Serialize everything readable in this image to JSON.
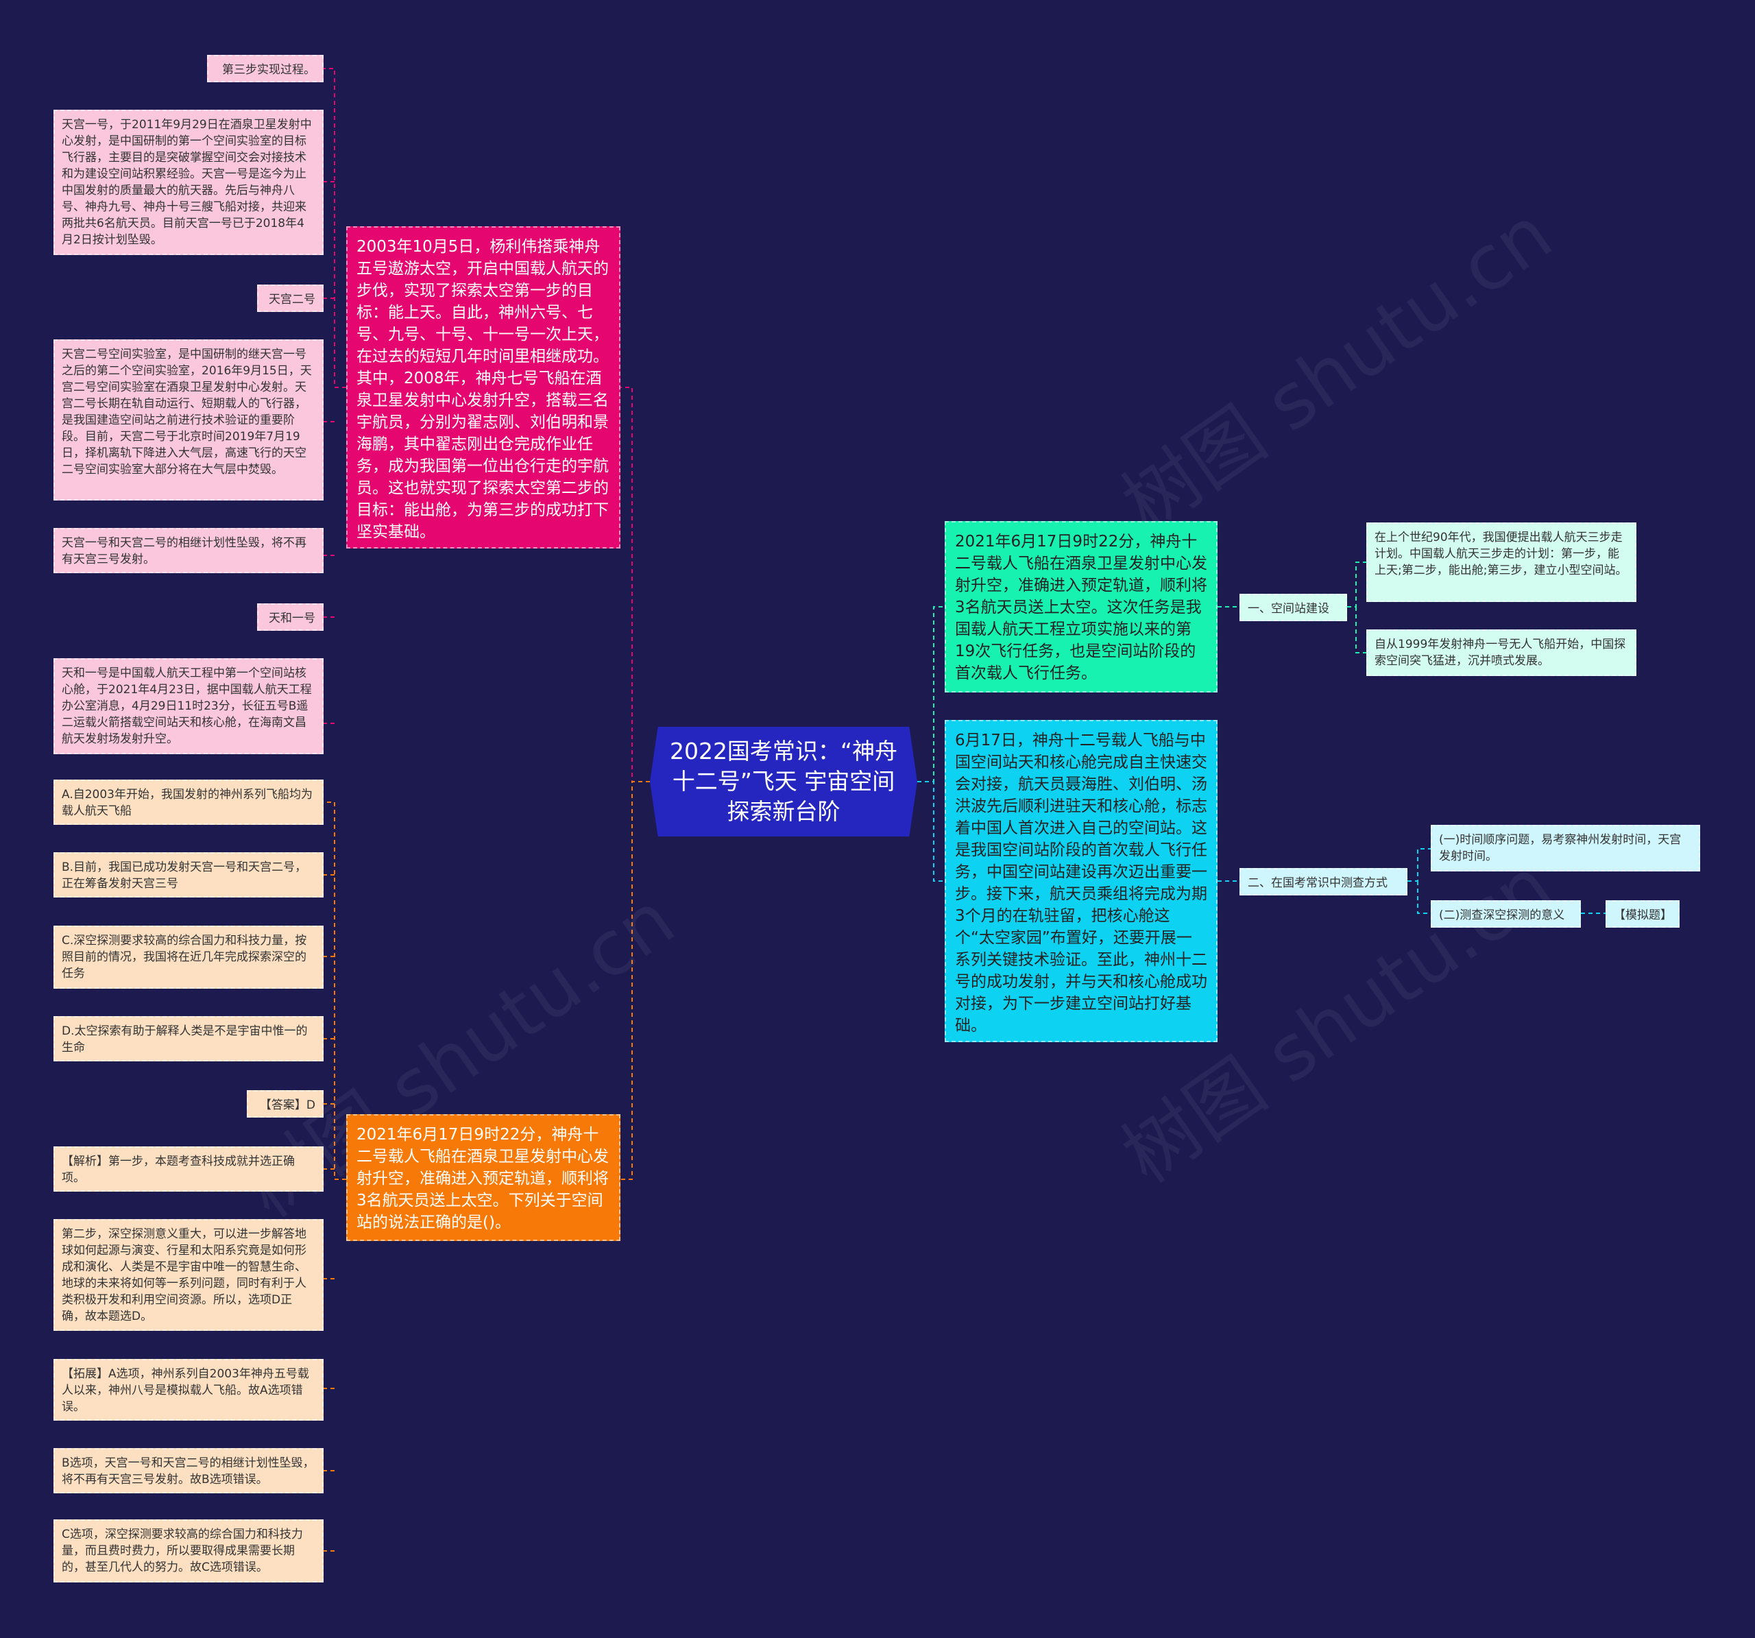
{
  "root": {
    "title": "2022国考常识：“神舟十二号”飞天 宇宙空间探索新台阶"
  },
  "left_branches": [
    {
      "text": "2003年10月5日，杨利伟搭乘神舟五号遨游太空，开启中国载人航天的步伐，实现了探索太空第一步的目标：能上天。自此，神州六号、七号、九号、十号、十一号一次上天，在过去的短短几年时间里相继成功。其中，2008年，神舟七号飞船在酒泉卫星发射中心发射升空，搭载三名宇航员，分别为翟志刚、刘伯明和景海鹏，其中翟志刚出仓完成作业任务，成为我国第一位出仓行走的宇航员。这也就实现了探索太空第二步的目标：能出舱，为第三步的成功打下坚实基础。",
      "children": [
        "第三步实现过程。",
        "天宫一号，于2011年9月29日在酒泉卫星发射中心发射，是中国研制的第一个空间实验室的目标飞行器，主要目的是突破掌握空间交会对接技术和为建设空间站积累经验。天宫一号是迄今为止中国发射的质量最大的航天器。先后与神舟八号、神舟九号、神舟十号三艘飞船对接，共迎来两批共6名航天员。目前天宫一号已于2018年4月2日按计划坠毁。",
        "天宫二号",
        "天宫二号空间实验室，是中国研制的继天宫一号之后的第二个空间实验室，2016年9月15日，天宫二号空间实验室在酒泉卫星发射中心发射。天宫二号长期在轨自动运行、短期载人的飞行器，是我国建造空间站之前进行技术验证的重要阶段。目前，天宫二号于北京时间2019年7月19日，择机离轨下降进入大气层，高速飞行的天空二号空间实验室大部分将在大气层中焚毁。",
        "天宫一号和天宫二号的相继计划性坠毁，将不再有天宫三号发射。",
        "天和一号",
        "天和一号是中国载人航天工程中第一个空间站核心舱，于2021年4月23日，据中国载人航天工程办公室消息，4月29日11时23分，长征五号B遥二运载火箭搭载空间站天和核心舱，在海南文昌航天发射场发射升空。"
      ]
    },
    {
      "text": "2021年6月17日9时22分，神舟十二号载人飞船在酒泉卫星发射中心发射升空，准确进入预定轨道，顺利将3名航天员送上太空。下列关于空间站的说法正确的是()。",
      "children": [
        "A.自2003年开始，我国发射的神州系列飞船均为载人航天飞船",
        "B.目前，我国已成功发射天宫一号和天宫二号，正在筹备发射天宫三号",
        "C.深空探测要求较高的综合国力和科技力量，按照目前的情况，我国将在近几年完成探索深空的任务",
        "D.太空探索有助于解释人类是不是宇宙中惟一的生命",
        "【答案】D",
        "【解析】第一步，本题考查科技成就并选正确项。",
        "第二步，深空探测意义重大，可以进一步解答地球如何起源与演变、行星和太阳系究竟是如何形成和演化、人类是不是宇宙中唯一的智慧生命、地球的未来将如何等一系列问题，同时有利于人类积极开发和利用空间资源。所以，选项D正确，故本题选D。",
        "【拓展】A选项，神州系列自2003年神舟五号载人以来，神州八号是模拟载人飞船。故A选项错误。",
        "B选项，天宫一号和天宫二号的相继计划性坠毁，将不再有天宫三号发射。故B选项错误。",
        "C选项，深空探测要求较高的综合国力和科技力量，而且费时费力，所以要取得成果需要长期的，甚至几代人的努力。故C选项错误。"
      ]
    }
  ],
  "right_branches": [
    {
      "text": "2021年6月17日9时22分，神舟十二号载人飞船在酒泉卫星发射中心发射升空，准确进入预定轨道，顺利将3名航天员送上太空。这次任务是我国载人航天工程立项实施以来的第19次飞行任务，也是空间站阶段的首次载人飞行任务。",
      "label": "一、空间站建设",
      "children": [
        "在上个世纪90年代，我国便提出载人航天三步走计划。中国载人航天三步走的计划：第一步，能上天;第二步，能出舱;第三步，建立小型空间站。",
        "自从1999年发射神舟一号无人飞船开始，中国探索空间突飞猛进，沉并喷式发展。"
      ]
    },
    {
      "text": "6月17日，神舟十二号载人飞船与中国空间站天和核心舱完成自主快速交会对接，航天员聂海胜、刘伯明、汤洪波先后顺利进驻天和核心舱，标志着中国人首次进入自己的空间站。这是我国空间站阶段的首次载人飞行任务，中国空间站建设再次迈出重要一步。接下来，航天员乘组将完成为期3个月的在轨驻留，把核心舱这个“太空家园”布置好，还要开展一系列关键技术验证。至此，神州十二号的成功发射，并与天和核心舱成功对接，为下一步建立空间站打好基础。",
      "label": "二、在国考常识中测查方式",
      "children": [
        "(一)时间顺序问题，易考察神州发射时间，天宫发射时间。",
        "(二)测查深空探测的意义"
      ],
      "extra": "【模拟题】"
    }
  ],
  "watermark": "树图 shutu.cn",
  "colors": {
    "background": "#1c1a4f",
    "root": "#2526c0",
    "pink": "#e6066f",
    "orange": "#f77a09",
    "green": "#17f2b1",
    "cyan": "#0dd2f2"
  }
}
